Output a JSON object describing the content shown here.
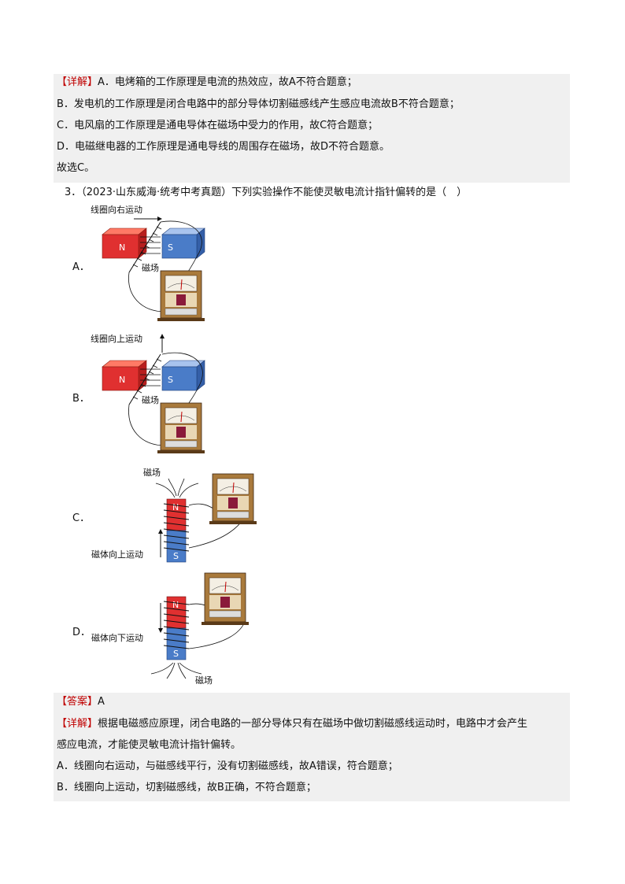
{
  "prev_detail": {
    "tag": "【详解】",
    "lines": [
      "A．电烤箱的工作原理是电流的热效应，故A不符合题意；",
      "B．发电机的工作原理是闭合电路中的部分导体切割磁感线产生感应电流故B不符合题意；",
      "C．电风扇的工作原理是通电导体在磁场中受力的作用，故C符合题意；",
      "D．电磁继电器的工作原理是通电导线的周围存在磁场，故D不符合题意。",
      "故选C。"
    ]
  },
  "question": {
    "text": "3．（2023·山东威海·统考中考真题）下列实验操作不能使灵敏电流计指针偏转的是（　）",
    "options": [
      {
        "letter": "A．",
        "motion": "线圈向右运动",
        "field": "磁场",
        "n": "N",
        "s": "S"
      },
      {
        "letter": "B．",
        "motion": "线圈向上运动",
        "field": "磁场",
        "n": "N",
        "s": "S"
      },
      {
        "letter": "C．",
        "motion": "磁体向上运动",
        "field": "磁场",
        "n": "N",
        "s": "S"
      },
      {
        "letter": "D．",
        "motion": "磁体向下运动",
        "field": "磁场",
        "n": "N",
        "s": "S"
      }
    ]
  },
  "answer": {
    "tag": "【答案】",
    "value": "A"
  },
  "detail": {
    "tag": "【详解】",
    "line1": "根据电磁感应原理，闭合电路的一部分导体只有在磁场中做切割磁感线运动时，电路中才会产生",
    "line2": "感应电流，才能使灵敏电流计指针偏转。",
    "lineA": "A．线圈向右运动，与磁感线平行，没有切割磁感线，故A错误，符合题意；",
    "lineB": "B．线圈向上运动，切割磁感线，故B正确，不符合题意；"
  },
  "colors": {
    "shade": "#f0f0f0",
    "tag_red": "#c00000",
    "magnet_red": "#e03030",
    "magnet_blue": "#4a7cc8"
  }
}
